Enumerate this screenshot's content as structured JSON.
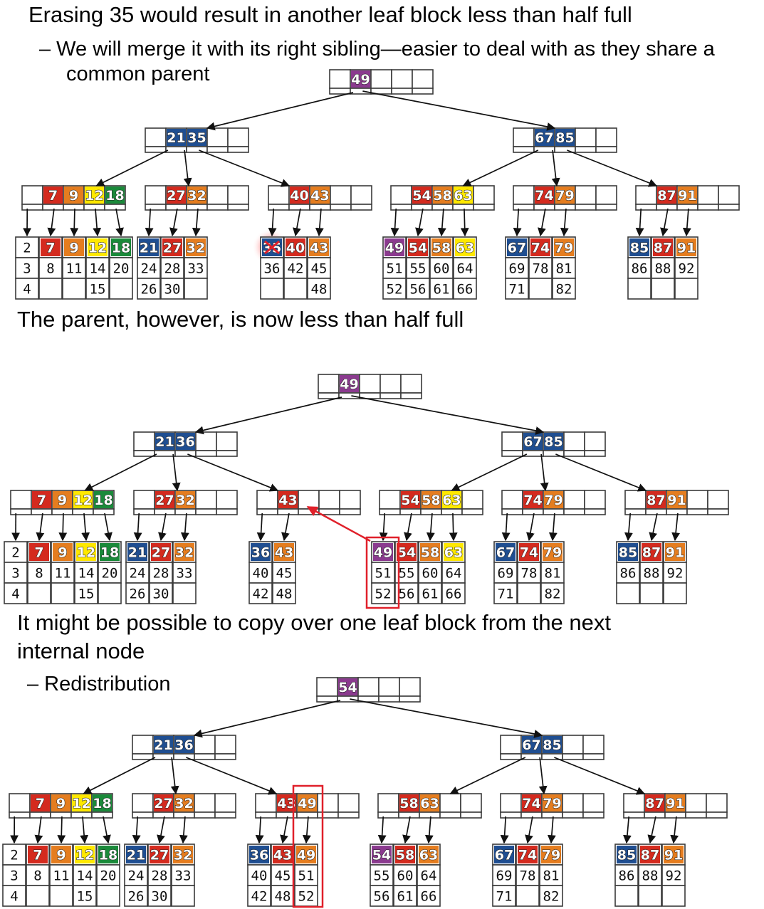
{
  "colors": {
    "purple": "#8b3a8f",
    "blue": "#1f4e91",
    "red": "#d42a1e",
    "orange": "#e57d1f",
    "yellow": "#ffe800",
    "green": "#1a8a3a",
    "highlight": "#e0202a"
  },
  "panels": [
    {
      "texts": [
        "Erasing 35 would result in another leaf block less than half full",
        "–  We will merge it with its right sibling—easier to deal with as they share a",
        "common parent"
      ],
      "root": [
        {
          "v": "49",
          "c": "purple"
        }
      ],
      "level1": [
        {
          "keys": [
            {
              "v": "21",
              "c": "blue"
            },
            {
              "v": "35",
              "c": "blue"
            }
          ]
        },
        {
          "keys": [
            {
              "v": "67",
              "c": "blue"
            },
            {
              "v": "85",
              "c": "blue"
            }
          ]
        }
      ],
      "internal": [
        {
          "keys": [
            {
              "v": "7",
              "c": "red"
            },
            {
              "v": "9",
              "c": "orange"
            },
            {
              "v": "12",
              "c": "yellow"
            },
            {
              "v": "18",
              "c": "green"
            }
          ]
        },
        {
          "keys": [
            {
              "v": "27",
              "c": "red"
            },
            {
              "v": "32",
              "c": "orange"
            }
          ]
        },
        {
          "keys": [
            {
              "v": "40",
              "c": "red"
            },
            {
              "v": "43",
              "c": "orange"
            }
          ]
        },
        {
          "keys": [
            {
              "v": "54",
              "c": "red"
            },
            {
              "v": "58",
              "c": "orange"
            },
            {
              "v": "63",
              "c": "yellow"
            }
          ]
        },
        {
          "keys": [
            {
              "v": "74",
              "c": "red"
            },
            {
              "v": "79",
              "c": "orange"
            }
          ]
        },
        {
          "keys": [
            {
              "v": "87",
              "c": "red"
            },
            {
              "v": "91",
              "c": "orange"
            }
          ]
        }
      ],
      "leaves": [
        [
          [
            "2",
            "3",
            "4"
          ],
          [
            {
              "v": "7",
              "c": "red"
            },
            "8",
            ""
          ],
          [
            {
              "v": "9",
              "c": "orange"
            },
            "11",
            ""
          ],
          [
            {
              "v": "12",
              "c": "yellow"
            },
            "14",
            "15"
          ],
          [
            {
              "v": "18",
              "c": "green"
            },
            "20",
            ""
          ]
        ],
        [
          [
            {
              "v": "21",
              "c": "blue"
            },
            "24",
            "26"
          ],
          [
            {
              "v": "27",
              "c": "red"
            },
            "28",
            "30"
          ],
          [
            {
              "v": "32",
              "c": "orange"
            },
            "33",
            ""
          ]
        ],
        [
          [
            {
              "v": "35",
              "c": "blue",
              "x": true
            },
            "36",
            ""
          ],
          [
            {
              "v": "40",
              "c": "red"
            },
            "42",
            ""
          ],
          [
            {
              "v": "43",
              "c": "orange"
            },
            "45",
            "48"
          ]
        ],
        [
          [
            {
              "v": "49",
              "c": "purple"
            },
            "51",
            "52"
          ],
          [
            {
              "v": "54",
              "c": "red"
            },
            "55",
            "56"
          ],
          [
            {
              "v": "58",
              "c": "orange"
            },
            "60",
            "61"
          ],
          [
            {
              "v": "63",
              "c": "yellow"
            },
            "64",
            "66"
          ]
        ],
        [
          [
            {
              "v": "67",
              "c": "blue"
            },
            "69",
            "71"
          ],
          [
            {
              "v": "74",
              "c": "red"
            },
            "78",
            ""
          ],
          [
            {
              "v": "79",
              "c": "orange"
            },
            "81",
            "82"
          ]
        ],
        [
          [
            {
              "v": "85",
              "c": "blue"
            },
            "86",
            ""
          ],
          [
            {
              "v": "87",
              "c": "red"
            },
            "88",
            ""
          ],
          [
            {
              "v": "91",
              "c": "orange"
            },
            "92",
            ""
          ]
        ]
      ]
    },
    {
      "texts": [
        "The parent, however, is now less than half full"
      ],
      "root": [
        {
          "v": "49",
          "c": "purple"
        }
      ],
      "level1": [
        {
          "keys": [
            {
              "v": "21",
              "c": "blue"
            },
            {
              "v": "36",
              "c": "blue"
            }
          ]
        },
        {
          "keys": [
            {
              "v": "67",
              "c": "blue"
            },
            {
              "v": "85",
              "c": "blue"
            }
          ]
        }
      ],
      "internal": [
        {
          "keys": [
            {
              "v": "7",
              "c": "red"
            },
            {
              "v": "9",
              "c": "orange"
            },
            {
              "v": "12",
              "c": "yellow"
            },
            {
              "v": "18",
              "c": "green"
            }
          ]
        },
        {
          "keys": [
            {
              "v": "27",
              "c": "red"
            },
            {
              "v": "32",
              "c": "orange"
            }
          ]
        },
        {
          "keys": [
            {
              "v": "43",
              "c": "red"
            }
          ]
        },
        {
          "keys": [
            {
              "v": "54",
              "c": "red"
            },
            {
              "v": "58",
              "c": "orange"
            },
            {
              "v": "63",
              "c": "yellow"
            }
          ]
        },
        {
          "keys": [
            {
              "v": "74",
              "c": "red"
            },
            {
              "v": "79",
              "c": "orange"
            }
          ]
        },
        {
          "keys": [
            {
              "v": "87",
              "c": "red"
            },
            {
              "v": "91",
              "c": "orange"
            }
          ]
        }
      ],
      "leaves": [
        [
          [
            "2",
            "3",
            "4"
          ],
          [
            {
              "v": "7",
              "c": "red"
            },
            "8",
            ""
          ],
          [
            {
              "v": "9",
              "c": "orange"
            },
            "11",
            ""
          ],
          [
            {
              "v": "12",
              "c": "yellow"
            },
            "14",
            "15"
          ],
          [
            {
              "v": "18",
              "c": "green"
            },
            "20",
            ""
          ]
        ],
        [
          [
            {
              "v": "21",
              "c": "blue"
            },
            "24",
            "26"
          ],
          [
            {
              "v": "27",
              "c": "red"
            },
            "28",
            "30"
          ],
          [
            {
              "v": "32",
              "c": "orange"
            },
            "33",
            ""
          ]
        ],
        [
          [
            {
              "v": "36",
              "c": "blue"
            },
            "40",
            "42"
          ],
          [
            {
              "v": "43",
              "c": "orange"
            },
            "45",
            "48"
          ]
        ],
        [
          [
            {
              "v": "49",
              "c": "purple"
            },
            "51",
            "52"
          ],
          [
            {
              "v": "54",
              "c": "red"
            },
            "55",
            "56"
          ],
          [
            {
              "v": "58",
              "c": "orange"
            },
            "60",
            "61"
          ],
          [
            {
              "v": "63",
              "c": "yellow"
            },
            "64",
            "66"
          ]
        ],
        [
          [
            {
              "v": "67",
              "c": "blue"
            },
            "69",
            "71"
          ],
          [
            {
              "v": "74",
              "c": "red"
            },
            "78",
            ""
          ],
          [
            {
              "v": "79",
              "c": "orange"
            },
            "81",
            "82"
          ]
        ],
        [
          [
            {
              "v": "85",
              "c": "blue"
            },
            "86",
            ""
          ],
          [
            {
              "v": "87",
              "c": "red"
            },
            "88",
            ""
          ],
          [
            {
              "v": "91",
              "c": "orange"
            },
            "92",
            ""
          ]
        ]
      ]
    },
    {
      "texts": [
        "It might be possible to copy over one leaf block from the next",
        "internal node",
        "–  Redistribution"
      ],
      "root": [
        {
          "v": "54",
          "c": "purple"
        }
      ],
      "level1": [
        {
          "keys": [
            {
              "v": "21",
              "c": "blue"
            },
            {
              "v": "36",
              "c": "blue"
            }
          ]
        },
        {
          "keys": [
            {
              "v": "67",
              "c": "blue"
            },
            {
              "v": "85",
              "c": "blue"
            }
          ]
        }
      ],
      "internal": [
        {
          "keys": [
            {
              "v": "7",
              "c": "red"
            },
            {
              "v": "9",
              "c": "orange"
            },
            {
              "v": "12",
              "c": "yellow"
            },
            {
              "v": "18",
              "c": "green"
            }
          ]
        },
        {
          "keys": [
            {
              "v": "27",
              "c": "red"
            },
            {
              "v": "32",
              "c": "orange"
            }
          ]
        },
        {
          "keys": [
            {
              "v": "43",
              "c": "red"
            },
            {
              "v": "49",
              "c": "orange"
            }
          ]
        },
        {
          "keys": [
            {
              "v": "58",
              "c": "red"
            },
            {
              "v": "63",
              "c": "orange"
            }
          ]
        },
        {
          "keys": [
            {
              "v": "74",
              "c": "red"
            },
            {
              "v": "79",
              "c": "orange"
            }
          ]
        },
        {
          "keys": [
            {
              "v": "87",
              "c": "red"
            },
            {
              "v": "91",
              "c": "orange"
            }
          ]
        }
      ],
      "leaves": [
        [
          [
            "2",
            "3",
            "4"
          ],
          [
            {
              "v": "7",
              "c": "red"
            },
            "8",
            ""
          ],
          [
            {
              "v": "9",
              "c": "orange"
            },
            "11",
            ""
          ],
          [
            {
              "v": "12",
              "c": "yellow"
            },
            "14",
            "15"
          ],
          [
            {
              "v": "18",
              "c": "green"
            },
            "20",
            ""
          ]
        ],
        [
          [
            {
              "v": "21",
              "c": "blue"
            },
            "24",
            "26"
          ],
          [
            {
              "v": "27",
              "c": "red"
            },
            "28",
            "30"
          ],
          [
            {
              "v": "32",
              "c": "orange"
            },
            "33",
            ""
          ]
        ],
        [
          [
            {
              "v": "36",
              "c": "blue"
            },
            "40",
            "42"
          ],
          [
            {
              "v": "43",
              "c": "red"
            },
            "45",
            "48"
          ],
          [
            {
              "v": "49",
              "c": "orange"
            },
            "51",
            "52"
          ]
        ],
        [
          [
            {
              "v": "54",
              "c": "purple"
            },
            "55",
            "56"
          ],
          [
            {
              "v": "58",
              "c": "red"
            },
            "60",
            "61"
          ],
          [
            {
              "v": "63",
              "c": "orange"
            },
            "64",
            "66"
          ]
        ],
        [
          [
            {
              "v": "67",
              "c": "blue"
            },
            "69",
            "71"
          ],
          [
            {
              "v": "74",
              "c": "red"
            },
            "78",
            ""
          ],
          [
            {
              "v": "79",
              "c": "orange"
            },
            "81",
            "82"
          ]
        ],
        [
          [
            {
              "v": "85",
              "c": "blue"
            },
            "86",
            ""
          ],
          [
            {
              "v": "87",
              "c": "red"
            },
            "88",
            ""
          ],
          [
            {
              "v": "91",
              "c": "orange"
            },
            "92",
            ""
          ]
        ]
      ]
    }
  ]
}
